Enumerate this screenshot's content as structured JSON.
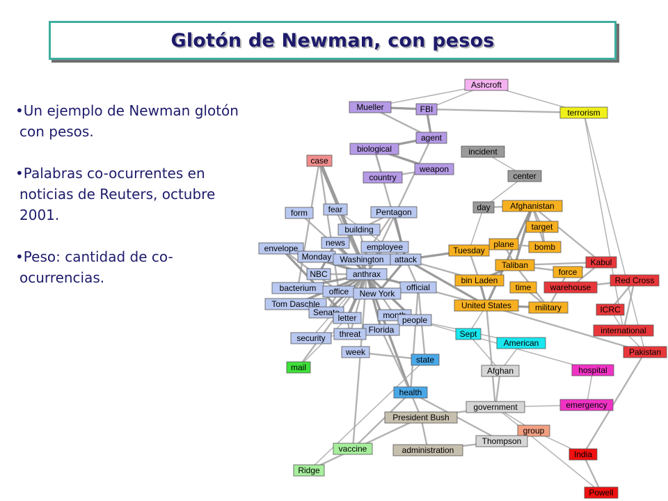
{
  "title": "Glotón de Newman, con pesos",
  "bullets": [
    "Un ejemplo de Newman glotón con pesos.",
    "Palabras co-ocurrentes en noticias de Reuters, octubre 2001.",
    "Peso: cantidad de co-ocurrencias."
  ],
  "colors": {
    "title_text": "#1e1b6b",
    "title_border": "#3fae9f",
    "lavender": "#b9c8f0",
    "purple": "#b59ae6",
    "gray": "#9a9a9a",
    "light_gray": "#d6d6d6",
    "orange": "#f7b020",
    "red": "#e8373a",
    "bright_red": "#f01010",
    "pink": "#f033c4",
    "blue": "#4aa8e8",
    "cyan": "#19e6ee",
    "green": "#3fe03a",
    "light_green": "#a6ee9c",
    "tan": "#c6bfae",
    "salmon": "#f2a082",
    "light_pink": "#f4b3f0",
    "yellow": "#f0f01a",
    "light_red": "#f08c8c"
  },
  "network": {
    "nodes": [
      {
        "id": "Ashcroft",
        "label": "Ashcroft",
        "color": "light_pink"
      },
      {
        "id": "Mueller",
        "label": "Mueller",
        "color": "purple"
      },
      {
        "id": "FBI",
        "label": "FBI",
        "color": "purple"
      },
      {
        "id": "terrorism",
        "label": "terrorism",
        "color": "yellow"
      },
      {
        "id": "agent",
        "label": "agent",
        "color": "purple"
      },
      {
        "id": "biological",
        "label": "biological",
        "color": "purple"
      },
      {
        "id": "incident",
        "label": "incident",
        "color": "gray"
      },
      {
        "id": "case",
        "label": "case",
        "color": "light_red"
      },
      {
        "id": "weapon",
        "label": "weapon",
        "color": "purple"
      },
      {
        "id": "country",
        "label": "country",
        "color": "purple"
      },
      {
        "id": "center",
        "label": "center",
        "color": "gray"
      },
      {
        "id": "fear",
        "label": "fear",
        "color": "lavender"
      },
      {
        "id": "day",
        "label": "day",
        "color": "gray"
      },
      {
        "id": "Afghanistan",
        "label": "Afghanistan",
        "color": "orange"
      },
      {
        "id": "form",
        "label": "form",
        "color": "lavender"
      },
      {
        "id": "Pentagon",
        "label": "Pentagon",
        "color": "lavender"
      },
      {
        "id": "building",
        "label": "building",
        "color": "lavender"
      },
      {
        "id": "target",
        "label": "target",
        "color": "orange"
      },
      {
        "id": "news",
        "label": "news",
        "color": "lavender"
      },
      {
        "id": "plane",
        "label": "plane",
        "color": "orange"
      },
      {
        "id": "bomb",
        "label": "bomb",
        "color": "orange"
      },
      {
        "id": "envelope",
        "label": "envelope",
        "color": "lavender"
      },
      {
        "id": "employee",
        "label": "employee",
        "color": "lavender"
      },
      {
        "id": "Tuesday",
        "label": "Tuesday",
        "color": "orange"
      },
      {
        "id": "Monday",
        "label": "Monday",
        "color": "lavender"
      },
      {
        "id": "Washington",
        "label": "Washington",
        "color": "lavender"
      },
      {
        "id": "attack",
        "label": "attack",
        "color": "lavender"
      },
      {
        "id": "Kabul",
        "label": "Kabul",
        "color": "red"
      },
      {
        "id": "Taliban",
        "label": "Taliban",
        "color": "orange"
      },
      {
        "id": "NBC",
        "label": "NBC",
        "color": "lavender"
      },
      {
        "id": "anthrax",
        "label": "anthrax",
        "color": "lavender"
      },
      {
        "id": "force",
        "label": "force",
        "color": "orange"
      },
      {
        "id": "Red Cross",
        "label": "Red Cross",
        "color": "red"
      },
      {
        "id": "bacterium",
        "label": "bacterium",
        "color": "lavender"
      },
      {
        "id": "office",
        "label": "office",
        "color": "lavender"
      },
      {
        "id": "bin Laden",
        "label": "bin Laden",
        "color": "orange"
      },
      {
        "id": "official",
        "label": "official",
        "color": "lavender"
      },
      {
        "id": "time",
        "label": "time",
        "color": "orange"
      },
      {
        "id": "warehouse",
        "label": "warehouse",
        "color": "red"
      },
      {
        "id": "New York",
        "label": "New York",
        "color": "lavender"
      },
      {
        "id": "Tom Daschle",
        "label": "Tom Daschle",
        "color": "lavender"
      },
      {
        "id": "Senate",
        "label": "Senate",
        "color": "lavender"
      },
      {
        "id": "United States",
        "label": "United States",
        "color": "orange"
      },
      {
        "id": "military",
        "label": "military",
        "color": "orange"
      },
      {
        "id": "ICRC",
        "label": "ICRC",
        "color": "red"
      },
      {
        "id": "month",
        "label": "month",
        "color": "lavender"
      },
      {
        "id": "letter",
        "label": "letter",
        "color": "lavender"
      },
      {
        "id": "people",
        "label": "people",
        "color": "lavender"
      },
      {
        "id": "Florida",
        "label": "Florida",
        "color": "lavender"
      },
      {
        "id": "threat",
        "label": "threat",
        "color": "lavender"
      },
      {
        "id": "international",
        "label": "international",
        "color": "red"
      },
      {
        "id": "security",
        "label": "security",
        "color": "lavender"
      },
      {
        "id": "Sept",
        "label": "Sept",
        "color": "cyan"
      },
      {
        "id": "American",
        "label": "American",
        "color": "cyan"
      },
      {
        "id": "week",
        "label": "week",
        "color": "lavender"
      },
      {
        "id": "Pakistan",
        "label": "Pakistan",
        "color": "red"
      },
      {
        "id": "state",
        "label": "state",
        "color": "blue"
      },
      {
        "id": "mail",
        "label": "mail",
        "color": "green"
      },
      {
        "id": "Afghan",
        "label": "Afghan",
        "color": "light_gray"
      },
      {
        "id": "hospital",
        "label": "hospital",
        "color": "pink"
      },
      {
        "id": "health",
        "label": "health",
        "color": "blue"
      },
      {
        "id": "emergency",
        "label": "emergency",
        "color": "pink"
      },
      {
        "id": "government",
        "label": "government",
        "color": "light_gray"
      },
      {
        "id": "President Bush",
        "label": "President Bush",
        "color": "tan"
      },
      {
        "id": "group",
        "label": "group",
        "color": "salmon"
      },
      {
        "id": "Thompson",
        "label": "Thompson",
        "color": "light_gray"
      },
      {
        "id": "vaccine",
        "label": "vaccine",
        "color": "light_green"
      },
      {
        "id": "administration",
        "label": "administration",
        "color": "tan"
      },
      {
        "id": "India",
        "label": "India",
        "color": "bright_red"
      },
      {
        "id": "Ridge",
        "label": "Ridge",
        "color": "light_green"
      },
      {
        "id": "Powell",
        "label": "Powell",
        "color": "bright_red"
      }
    ],
    "edges": [
      [
        "Mueller",
        "FBI",
        3
      ],
      [
        "Mueller",
        "agent",
        2
      ],
      [
        "FBI",
        "agent",
        3
      ],
      [
        "FBI",
        "terrorism",
        2
      ],
      [
        "Ashcroft",
        "FBI",
        1
      ],
      [
        "Ashcroft",
        "terrorism",
        1
      ],
      [
        "Ashcroft",
        "Mueller",
        1
      ],
      [
        "biological",
        "agent",
        3
      ],
      [
        "biological",
        "weapon",
        3
      ],
      [
        "biological",
        "country",
        2
      ],
      [
        "biological",
        "attack",
        2
      ],
      [
        "agent",
        "anthrax",
        2
      ],
      [
        "country",
        "weapon",
        2
      ],
      [
        "case",
        "anthrax",
        5
      ],
      [
        "case",
        "bacterium",
        2
      ],
      [
        "case",
        "office",
        2
      ],
      [
        "fear",
        "anthrax",
        2
      ],
      [
        "fear",
        "attack",
        1
      ],
      [
        "form",
        "anthrax",
        2
      ],
      [
        "Pentagon",
        "attack",
        3
      ],
      [
        "Pentagon",
        "building",
        2
      ],
      [
        "Pentagon",
        "Washington",
        2
      ],
      [
        "building",
        "New York",
        2
      ],
      [
        "news",
        "NBC",
        3
      ],
      [
        "news",
        "anthrax",
        3
      ],
      [
        "envelope",
        "letter",
        3
      ],
      [
        "envelope",
        "anthrax",
        3
      ],
      [
        "envelope",
        "office",
        2
      ],
      [
        "employee",
        "anthrax",
        2
      ],
      [
        "employee",
        "office",
        2
      ],
      [
        "Monday",
        "anthrax",
        2
      ],
      [
        "Washington",
        "attack",
        3
      ],
      [
        "Washington",
        "anthrax",
        2
      ],
      [
        "New York",
        "attack",
        3
      ],
      [
        "attack",
        "Tuesday",
        3
      ],
      [
        "attack",
        "United States",
        3
      ],
      [
        "attack",
        "bin Laden",
        2
      ],
      [
        "attack",
        "official",
        2
      ],
      [
        "NBC",
        "anthrax",
        2
      ],
      [
        "anthrax",
        "letter",
        4
      ],
      [
        "anthrax",
        "Senate",
        3
      ],
      [
        "anthrax",
        "bacterium",
        3
      ],
      [
        "anthrax",
        "office",
        3
      ],
      [
        "anthrax",
        "New York",
        3
      ],
      [
        "anthrax",
        "Florida",
        3
      ],
      [
        "anthrax",
        "official",
        3
      ],
      [
        "anthrax",
        "health",
        3
      ],
      [
        "anthrax",
        "mail",
        2
      ],
      [
        "anthrax",
        "Tom Daschle",
        3
      ],
      [
        "anthrax",
        "month",
        2
      ],
      [
        "anthrax",
        "people",
        3
      ],
      [
        "anthrax",
        "threat",
        2
      ],
      [
        "Tom Daschle",
        "Senate",
        3
      ],
      [
        "Tom Daschle",
        "letter",
        2
      ],
      [
        "Senate",
        "office",
        2
      ],
      [
        "letter",
        "threat",
        2
      ],
      [
        "Florida",
        "health",
        2
      ],
      [
        "official",
        "United States",
        2
      ],
      [
        "official",
        "state",
        2
      ],
      [
        "official",
        "health",
        2
      ],
      [
        "week",
        "state",
        2
      ],
      [
        "Afghanistan",
        "Taliban",
        3
      ],
      [
        "Afghanistan",
        "United States",
        3
      ],
      [
        "Afghanistan",
        "bomb",
        2
      ],
      [
        "Afghanistan",
        "target",
        2
      ],
      [
        "Afghanistan",
        "day",
        2
      ],
      [
        "Afghanistan",
        "Kabul",
        2
      ],
      [
        "target",
        "bomb",
        2
      ],
      [
        "plane",
        "bomb",
        2
      ],
      [
        "plane",
        "Tuesday",
        2
      ],
      [
        "plane",
        "Taliban",
        2
      ],
      [
        "Taliban",
        "bin Laden",
        3
      ],
      [
        "Taliban",
        "force",
        2
      ],
      [
        "Taliban",
        "Kabul",
        2
      ],
      [
        "Taliban",
        "military",
        2
      ],
      [
        "bin Laden",
        "United States",
        3
      ],
      [
        "bin Laden",
        "Tuesday",
        2
      ],
      [
        "United States",
        "military",
        3
      ],
      [
        "United States",
        "Pakistan",
        2
      ],
      [
        "United States",
        "government",
        2
      ],
      [
        "force",
        "military",
        2
      ],
      [
        "force",
        "Kabul",
        1
      ],
      [
        "time",
        "military",
        2
      ],
      [
        "warehouse",
        "Red Cross",
        2
      ],
      [
        "warehouse",
        "Kabul",
        2
      ],
      [
        "Red Cross",
        "ICRC",
        2
      ],
      [
        "Red Cross",
        "international",
        2
      ],
      [
        "international",
        "ICRC",
        1
      ],
      [
        "Pakistan",
        "India",
        2
      ],
      [
        "Pakistan",
        "international",
        1
      ],
      [
        "India",
        "Powell",
        2
      ],
      [
        "India",
        "group",
        1
      ],
      [
        "hospital",
        "emergency",
        1
      ],
      [
        "hospital",
        "people",
        1
      ],
      [
        "emergency",
        "government",
        1
      ],
      [
        "health",
        "President Bush",
        2
      ],
      [
        "health",
        "vaccine",
        2
      ],
      [
        "President Bush",
        "administration",
        2
      ],
      [
        "President Bush",
        "government",
        2
      ],
      [
        "President Bush",
        "Ridge",
        2
      ],
      [
        "administration",
        "Thompson",
        2
      ],
      [
        "Thompson",
        "health",
        2
      ],
      [
        "Thompson",
        "group",
        1
      ],
      [
        "government",
        "Afghan",
        2
      ],
      [
        "Afghan",
        "Sept",
        1
      ],
      [
        "Afghan",
        "American",
        1
      ],
      [
        "Sept",
        "United States",
        1
      ],
      [
        "American",
        "people",
        1
      ],
      [
        "incident",
        "center",
        1
      ],
      [
        "center",
        "day",
        1
      ],
      [
        "day",
        "Tuesday",
        1
      ],
      [
        "terrorism",
        "Pakistan",
        1
      ],
      [
        "terrorism",
        "international",
        1
      ],
      [
        "Ridge",
        "state",
        1
      ],
      [
        "vaccine",
        "anthrax",
        2
      ],
      [
        "security",
        "threat",
        1
      ],
      [
        "security",
        "anthrax",
        1
      ],
      [
        "mail",
        "letter",
        1
      ],
      [
        "group",
        "government",
        1
      ],
      [
        "Powell",
        "government",
        1
      ]
    ]
  }
}
